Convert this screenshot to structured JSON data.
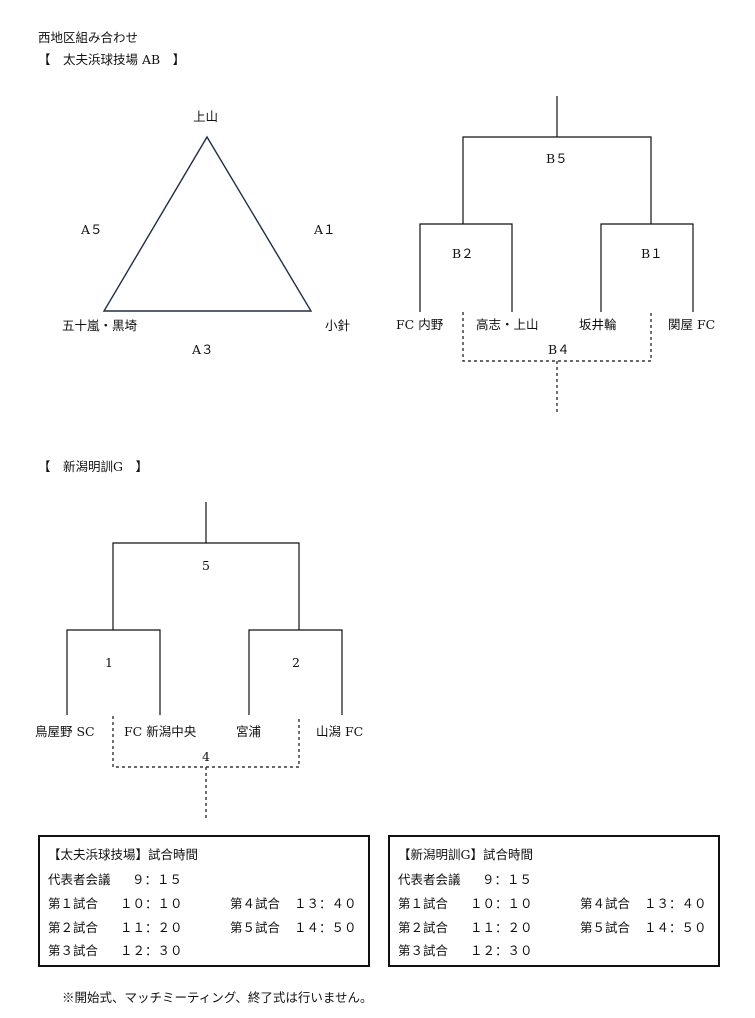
{
  "header": {
    "title": "西地区組み合わせ",
    "venue1_heading": "【　太夫浜球技場 AB　】"
  },
  "group_a": {
    "top": "上山",
    "left": "五十嵐・黒埼",
    "right": "小針",
    "match_left": "A５",
    "match_right": "A１",
    "match_bottom": "A３"
  },
  "bracket_b": {
    "teams": [
      "FC 内野",
      "高志・上山",
      "坂井輪",
      "関屋 FC"
    ],
    "match_left": "B２",
    "match_right": "B１",
    "match_final": "B５",
    "match_third": "B４"
  },
  "venue2": {
    "heading": "【　新潟明訓G　】"
  },
  "bracket_c": {
    "teams": [
      "鳥屋野 SC",
      "FC 新潟中央",
      "宮浦",
      "山潟 FC"
    ],
    "match_left": "1",
    "match_right": "2",
    "match_final": "5",
    "match_third": "4"
  },
  "schedule_1": {
    "title": "【太夫浜球技場】試合時間",
    "meeting_label": "代表者会議",
    "meeting_time": "９：１５",
    "g1_label": "第１試合",
    "g1_time": "１０：１０",
    "g2_label": "第２試合",
    "g2_time": "１１：２０",
    "g3_label": "第３試合",
    "g3_time": "１２：３０",
    "g4_label": "第４試合",
    "g4_time": "１３：４０",
    "g5_label": "第５試合",
    "g5_time": "１４：５０"
  },
  "schedule_2": {
    "title": "【新潟明訓G】試合時間",
    "meeting_label": "代表者会議",
    "meeting_time": "９：１５",
    "g1_label": "第１試合",
    "g1_time": "１０：１０",
    "g2_label": "第２試合",
    "g2_time": "１１：２０",
    "g3_label": "第３試合",
    "g3_time": "１２：３０",
    "g4_label": "第４試合",
    "g4_time": "１３：４０",
    "g5_label": "第５試合",
    "g5_time": "１４：５０"
  },
  "footer": {
    "note": "※開始式、マッチミーティング、終了式は行いません。"
  }
}
